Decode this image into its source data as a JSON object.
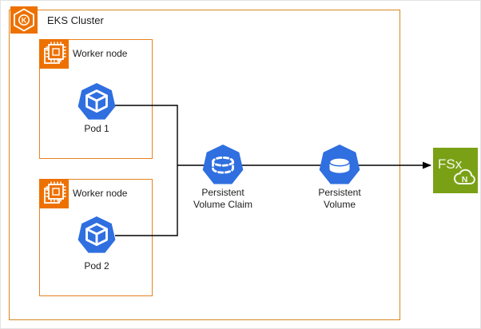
{
  "diagram": {
    "title": "EKS Cluster",
    "cluster_icon_letter": "K",
    "workers": [
      {
        "label": "Worker node",
        "pod": "Pod 1"
      },
      {
        "label": "Worker node",
        "pod": "Pod 2"
      }
    ],
    "pvc": {
      "line1": "Persistent",
      "line2": "Volume Claim"
    },
    "pv": {
      "line1": "Persistent",
      "line2": "Volume"
    },
    "fsx": {
      "label": "FSx",
      "cloud_letter": "N"
    },
    "colors": {
      "aws_orange": "#ED7100",
      "cluster_border_orange": "#D9861E",
      "kubernetes_blue": "#2F6FE0",
      "fsx_green": "#7AA116",
      "connector_black": "#000000"
    }
  }
}
